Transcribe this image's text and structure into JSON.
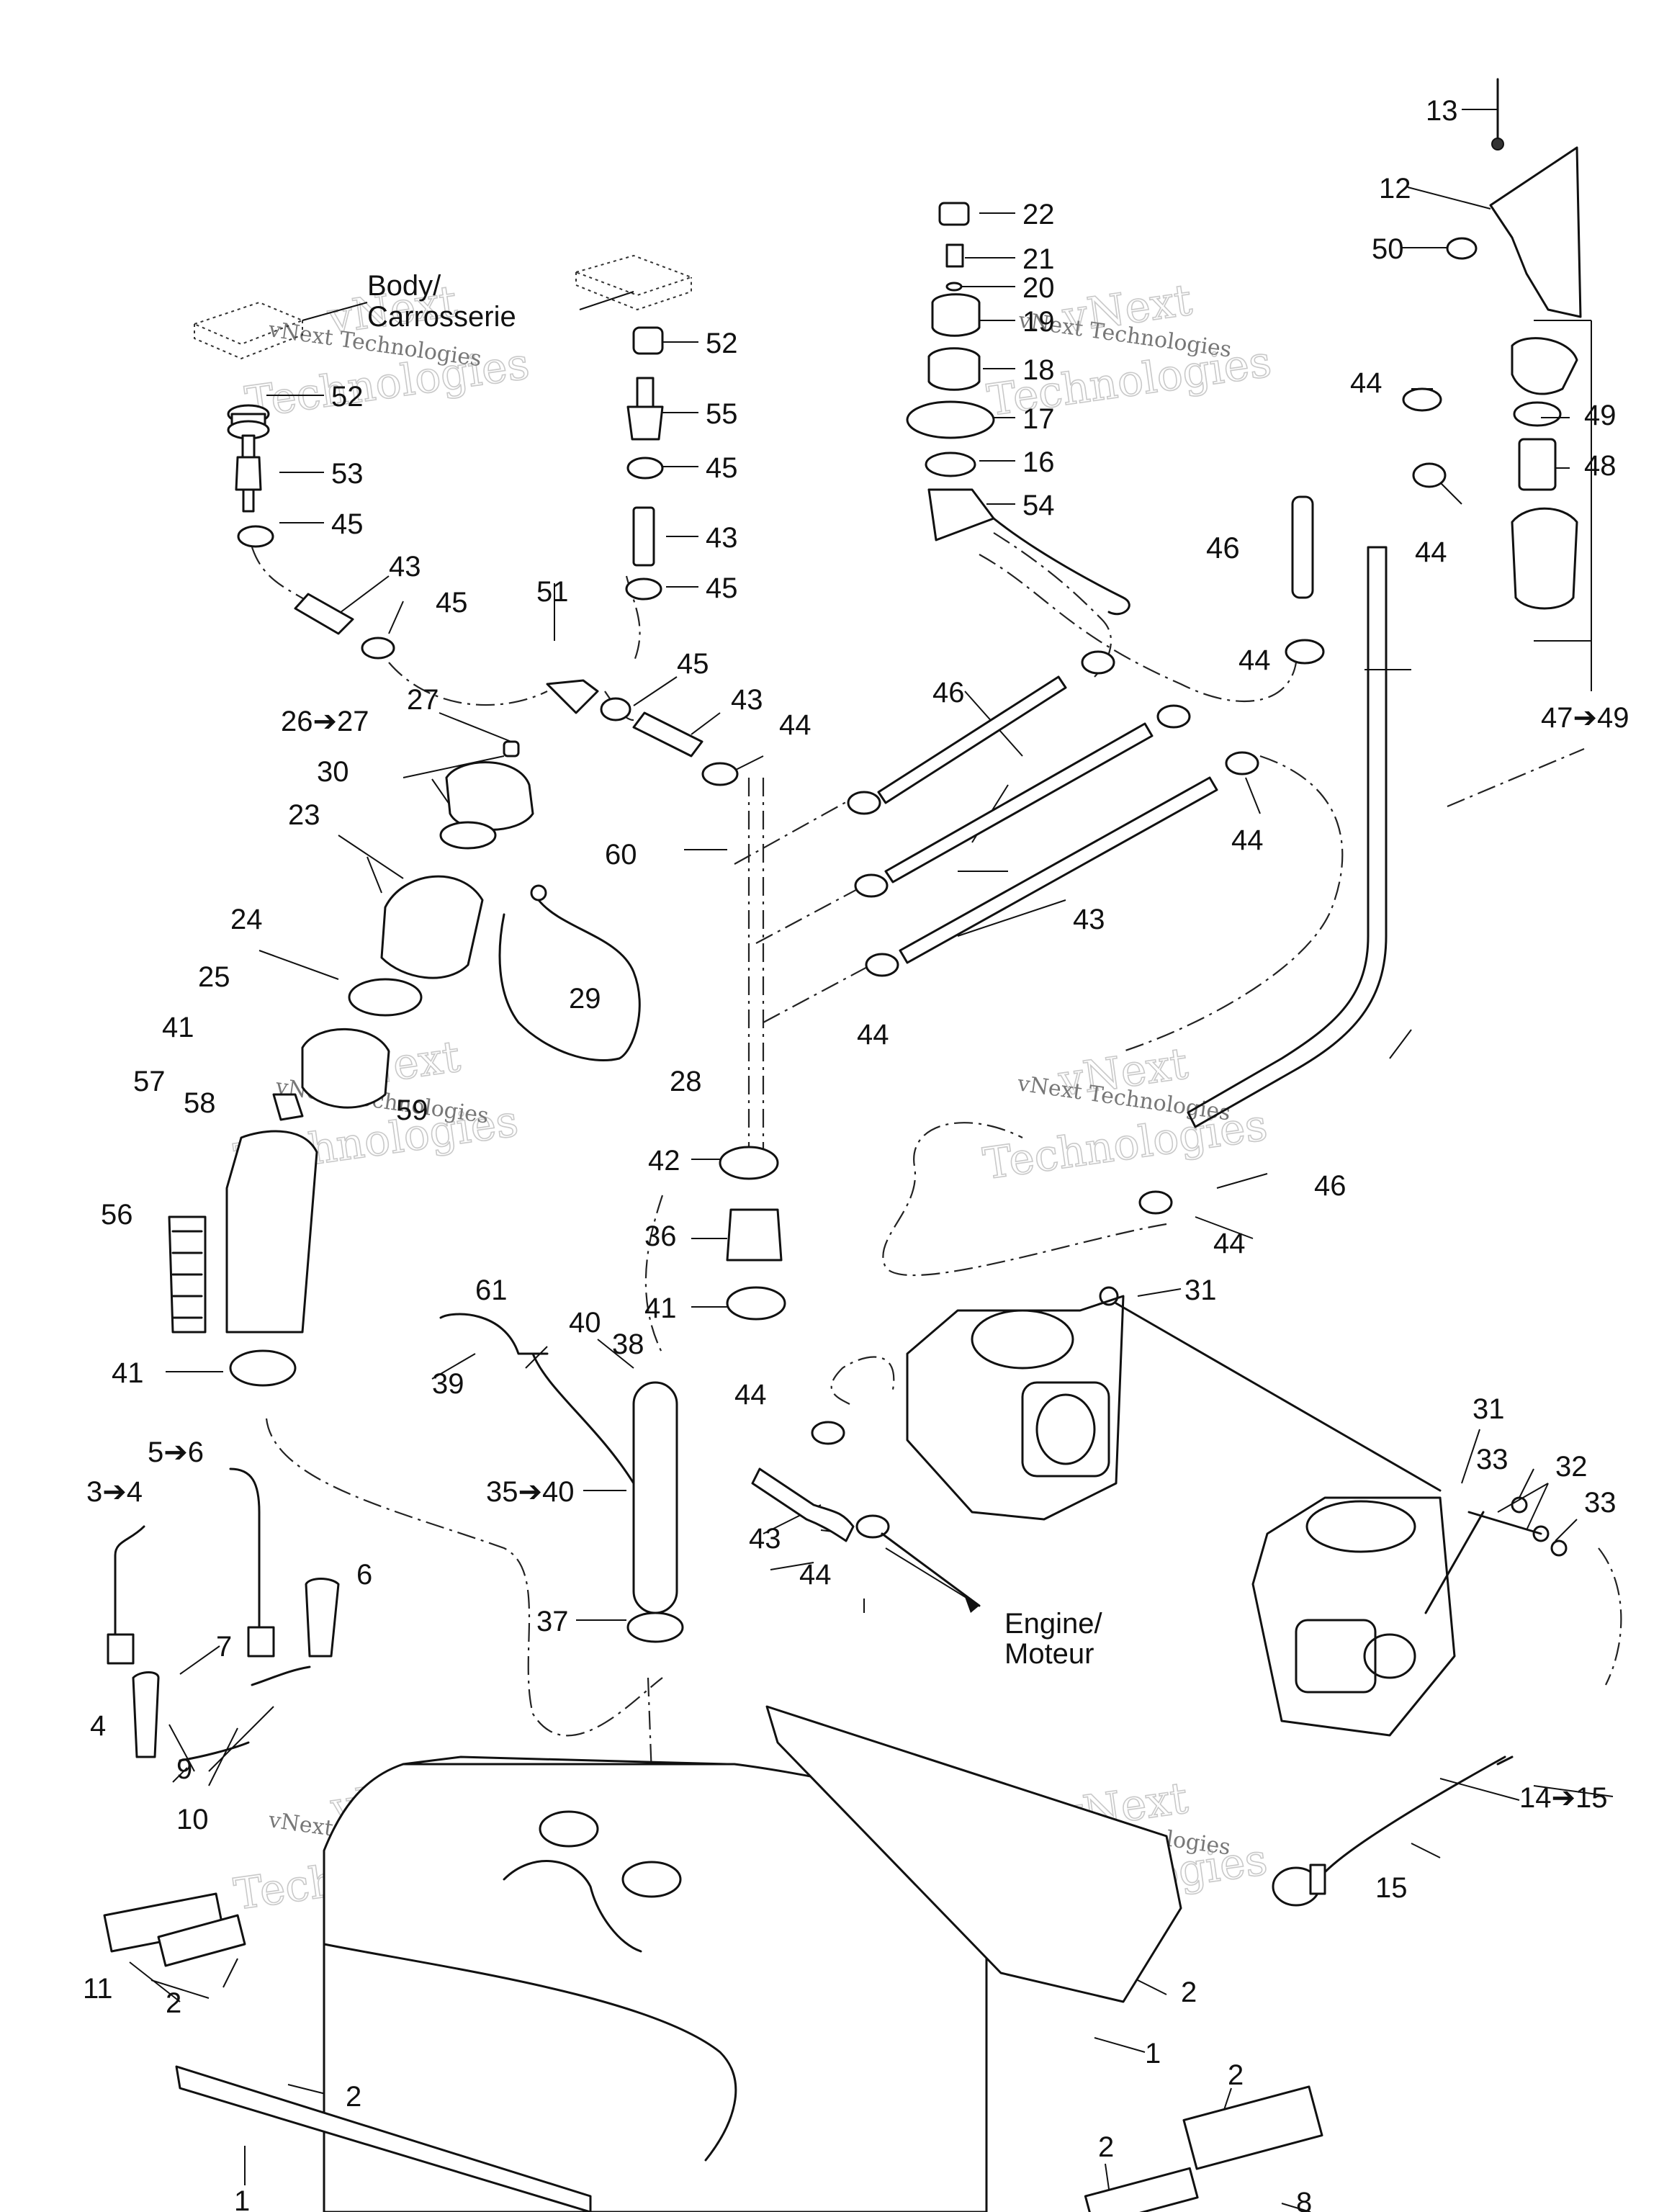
{
  "watermark": {
    "brand": "vNext",
    "subtitle": "vNext Technologies",
    "word": "Technologies"
  },
  "captions": {
    "body_line1": "Body/",
    "body_line2": "Carrosserie",
    "engine_line1": "Engine/",
    "engine_line2": "Moteur"
  },
  "callouts": {
    "c13": "13",
    "c12": "12",
    "c50": "50",
    "c22": "22",
    "c21": "21",
    "c20": "20",
    "c19": "19",
    "c18": "18",
    "c17": "17",
    "c16": "16",
    "c54": "54",
    "c52a": "52",
    "c52b": "52",
    "c53": "53",
    "c55": "55",
    "c45a": "45",
    "c45b": "45",
    "c45c": "45",
    "c45d": "45",
    "c45e": "45",
    "c43a": "43",
    "c43b": "43",
    "c43c": "43",
    "c43d": "43",
    "c43e": "43",
    "c51": "51",
    "c27": "27",
    "c26": "26➔27",
    "c30": "30",
    "c23": "23",
    "c44a": "44",
    "c44b": "44",
    "c44c": "44",
    "c44d": "44",
    "c44e": "44",
    "c44f": "44",
    "c44g": "44",
    "c44h": "44",
    "c46a": "46",
    "c46b": "46",
    "c46c": "46",
    "c49": "49",
    "c48": "48",
    "c47": "47➔49",
    "c60": "60",
    "c24": "24",
    "c29": "29",
    "c25": "25",
    "c41a": "41",
    "c41b": "41",
    "c41c": "41",
    "c57": "57",
    "c58": "58",
    "c59": "59",
    "c28": "28",
    "c42": "42",
    "c56": "56",
    "c36": "36",
    "c31a": "31",
    "c31b": "31",
    "c61": "61",
    "c40": "40",
    "c38": "38",
    "c39": "39",
    "c33a": "33",
    "c33b": "33",
    "c32": "32",
    "c5": "5➔6",
    "c3": "3➔4",
    "c35": "35➔40",
    "c6": "6",
    "c7": "7",
    "c37": "37",
    "c4": "4",
    "c9": "9",
    "c10": "10",
    "c11": "11",
    "c14": "14➔15",
    "c15": "15",
    "c2a": "2",
    "c2b": "2",
    "c2c": "2",
    "c2d": "2",
    "c2e": "2",
    "c1a": "1",
    "c1b": "1",
    "c8": "8"
  }
}
